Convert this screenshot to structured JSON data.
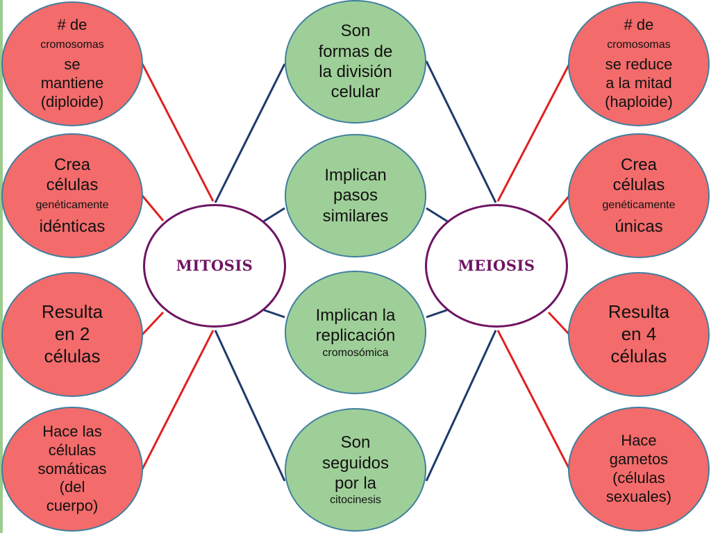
{
  "colors": {
    "feature_fill": "#f46b6b",
    "shared_fill": "#9fcf98",
    "node_border": "#3f7f9e",
    "hub_border": "#6e1463",
    "red_link": "#e02020",
    "blue_link": "#1f3a6a"
  },
  "hubs": {
    "mitosis": "MITOSIS",
    "meiosis": "MEIOSIS"
  },
  "shared": [
    {
      "lines": [
        "Son",
        "formas de",
        "la división",
        "celular"
      ]
    },
    {
      "lines": [
        "Implican",
        "pasos",
        "similares"
      ]
    },
    {
      "lines": [
        "Implican la",
        "replicación",
        "cromosómica"
      ]
    },
    {
      "lines": [
        "Son",
        "seguidos",
        "por la",
        "citocinesis"
      ]
    }
  ],
  "mitosis_features": [
    {
      "lines": [
        "# de",
        "cromosomas",
        "se",
        "mantiene",
        "(diploide)"
      ]
    },
    {
      "lines": [
        "Crea",
        "células",
        "genéticamente",
        "idénticas"
      ]
    },
    {
      "lines": [
        "Resulta",
        "en 2",
        "células"
      ]
    },
    {
      "lines": [
        "Hace las",
        "células",
        "somáticas",
        "(del",
        "cuerpo)"
      ]
    }
  ],
  "meiosis_features": [
    {
      "lines": [
        "# de",
        "cromosomas",
        "se reduce",
        "a la mitad",
        "(haploide)"
      ]
    },
    {
      "lines": [
        "Crea",
        "células",
        "genéticamente",
        "únicas"
      ]
    },
    {
      "lines": [
        "Resulta",
        "en 4",
        "células"
      ]
    },
    {
      "lines": [
        "Hace",
        "gametos",
        "(células",
        "sexuales)"
      ]
    }
  ]
}
